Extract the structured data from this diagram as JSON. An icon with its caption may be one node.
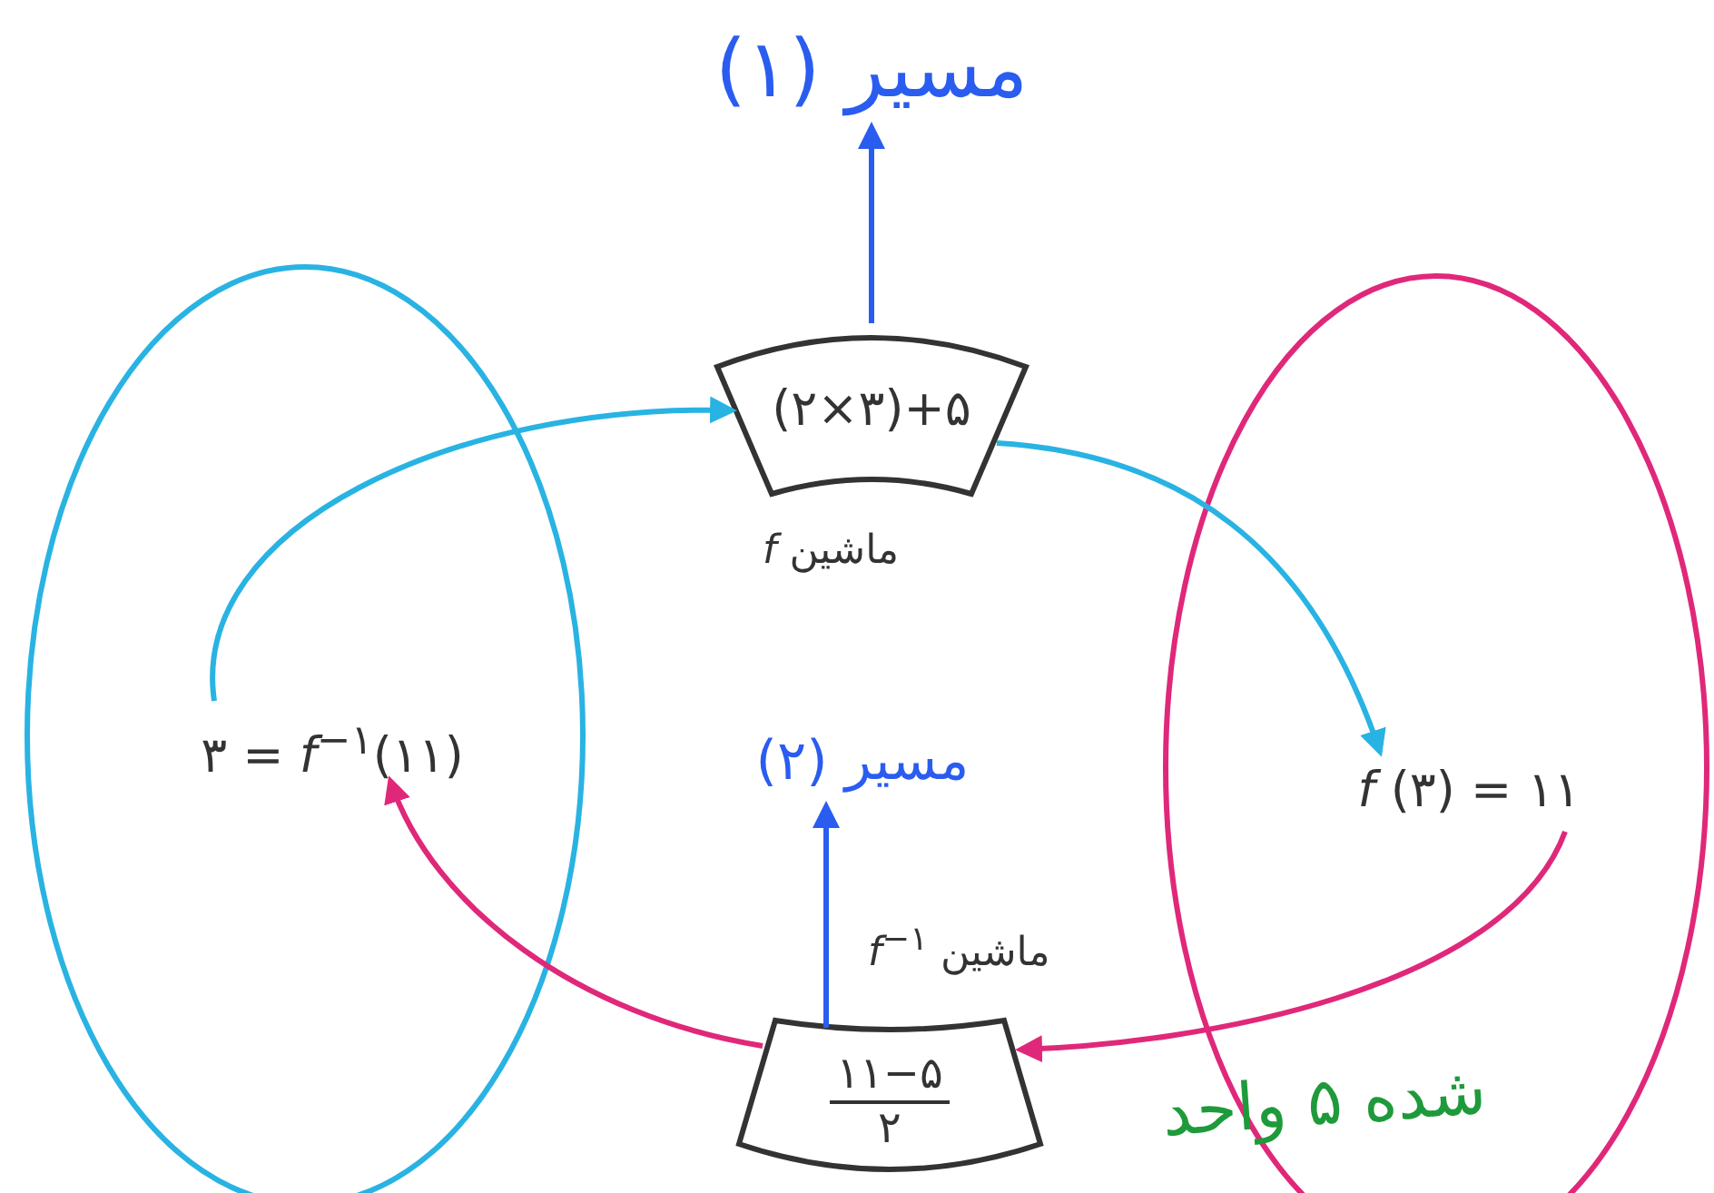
{
  "diagram": {
    "nodes": [
      {
        "text": [],
        "shape": "ellipse"
      },
      {
        "text": [
          "۳ = *f*$^{−۱}$(۱۱)"
        ],
        "in": 0
      },
      {
        "text": [],
        "shape": "ellipse"
      },
      {
        "text": [
          "*f* (۳) = ۱۱"
        ],
        "in": 2
      },
      {
        "text": [
          "(۲×۳)+۵"
        ],
        "beside": [
          "ماشین *f*"
        ]
      },
      {
        "text": [
          "۱۱−۵",
          "۲"
        ],
        "beside": [
          "ماشین *f*$^{−۱}$"
        ]
      },
      {
        "text": [
          "مسیر (۱)"
        ]
      },
      {
        "text": [
          "مسیر (۲)"
        ]
      }
    ],
    "edges": [
      {
        "from": 1,
        "to": 4,
        "arrow": "to",
        "color": "#29b3e3"
      },
      {
        "from": 4,
        "to": 3,
        "arrow": "to",
        "color": "#29b3e3"
      },
      {
        "from": 3,
        "to": 5,
        "arrow": "to",
        "color": "#e0287a"
      },
      {
        "from": 5,
        "to": 1,
        "arrow": "to",
        "color": "#e0287a"
      },
      {
        "from": 4,
        "to": 6,
        "arrow": "to",
        "color": "#2a5cf0"
      },
      {
        "from": 5,
        "to": 7,
        "arrow": "to",
        "color": "#2a5cf0"
      }
    ],
    "labels": [
      "شده ۵ واحد"
    ]
  }
}
